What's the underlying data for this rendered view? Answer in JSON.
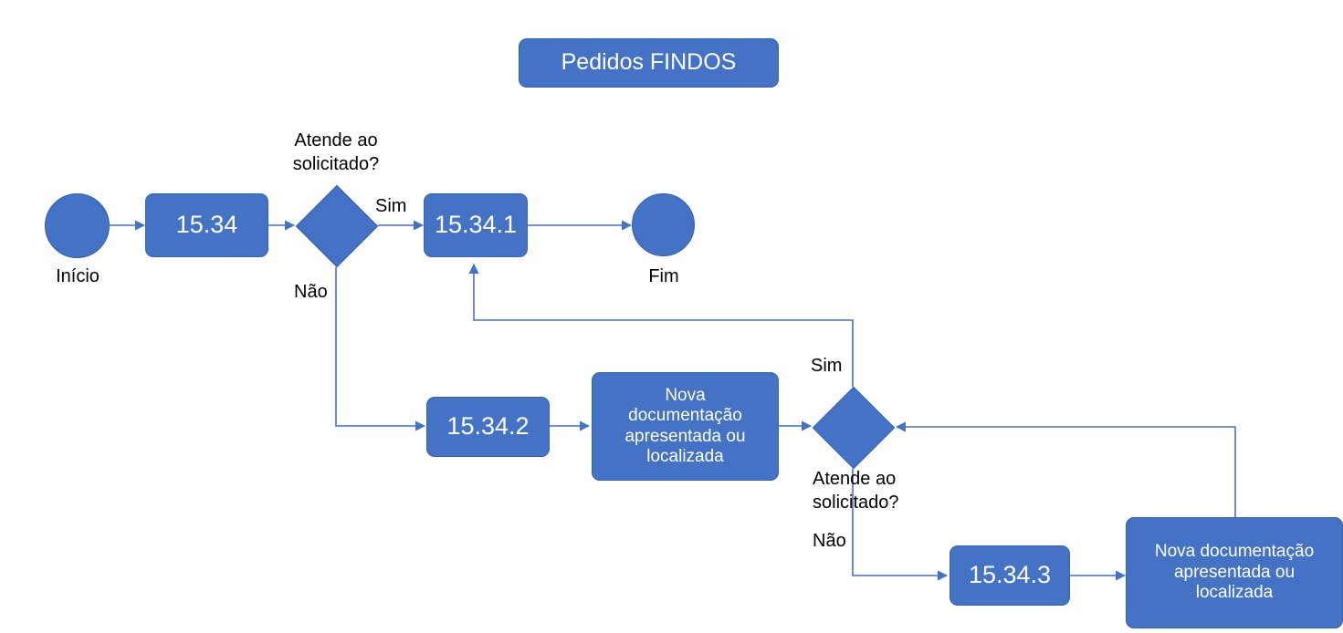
{
  "diagram": {
    "title": "Pedidos FINDOS",
    "type": "flowchart",
    "language": "pt-BR",
    "colors": {
      "node_fill": "#4472C4",
      "node_border": "#3761A8",
      "node_text": "#FFFFFF",
      "connector": "#4472C4",
      "label_text": "#000000",
      "background": "#FFFFFF"
    }
  },
  "nodes": {
    "title_box": {
      "label": "Pedidos FINDOS",
      "shape": "rounded-rect"
    },
    "start": {
      "label": "",
      "caption": "Início",
      "shape": "circle"
    },
    "step_1534": {
      "label": "15.34",
      "shape": "rounded-rect"
    },
    "decision_1": {
      "label": "",
      "question": "Atende ao\nsolicitado?",
      "shape": "diamond"
    },
    "step_15341": {
      "label": "15.34.1",
      "shape": "rounded-rect"
    },
    "end": {
      "label": "",
      "caption": "Fim",
      "shape": "circle"
    },
    "step_15342": {
      "label": "15.34.2",
      "shape": "rounded-rect"
    },
    "doc_box_1": {
      "label": "Nova\ndocumentação\napresentada ou\nlocalizada",
      "shape": "rounded-rect"
    },
    "decision_2": {
      "label": "",
      "question": "Atende ao\nsolicitado?",
      "shape": "diamond"
    },
    "step_15343": {
      "label": "15.34.3",
      "shape": "rounded-rect"
    },
    "doc_box_2": {
      "label": "Nova documentação\napresentada ou\nlocalizada",
      "shape": "rounded-rect"
    }
  },
  "edge_labels": {
    "d1_yes": "Sim",
    "d1_no": "Não",
    "d2_yes": "Sim",
    "d2_no": "Não"
  }
}
